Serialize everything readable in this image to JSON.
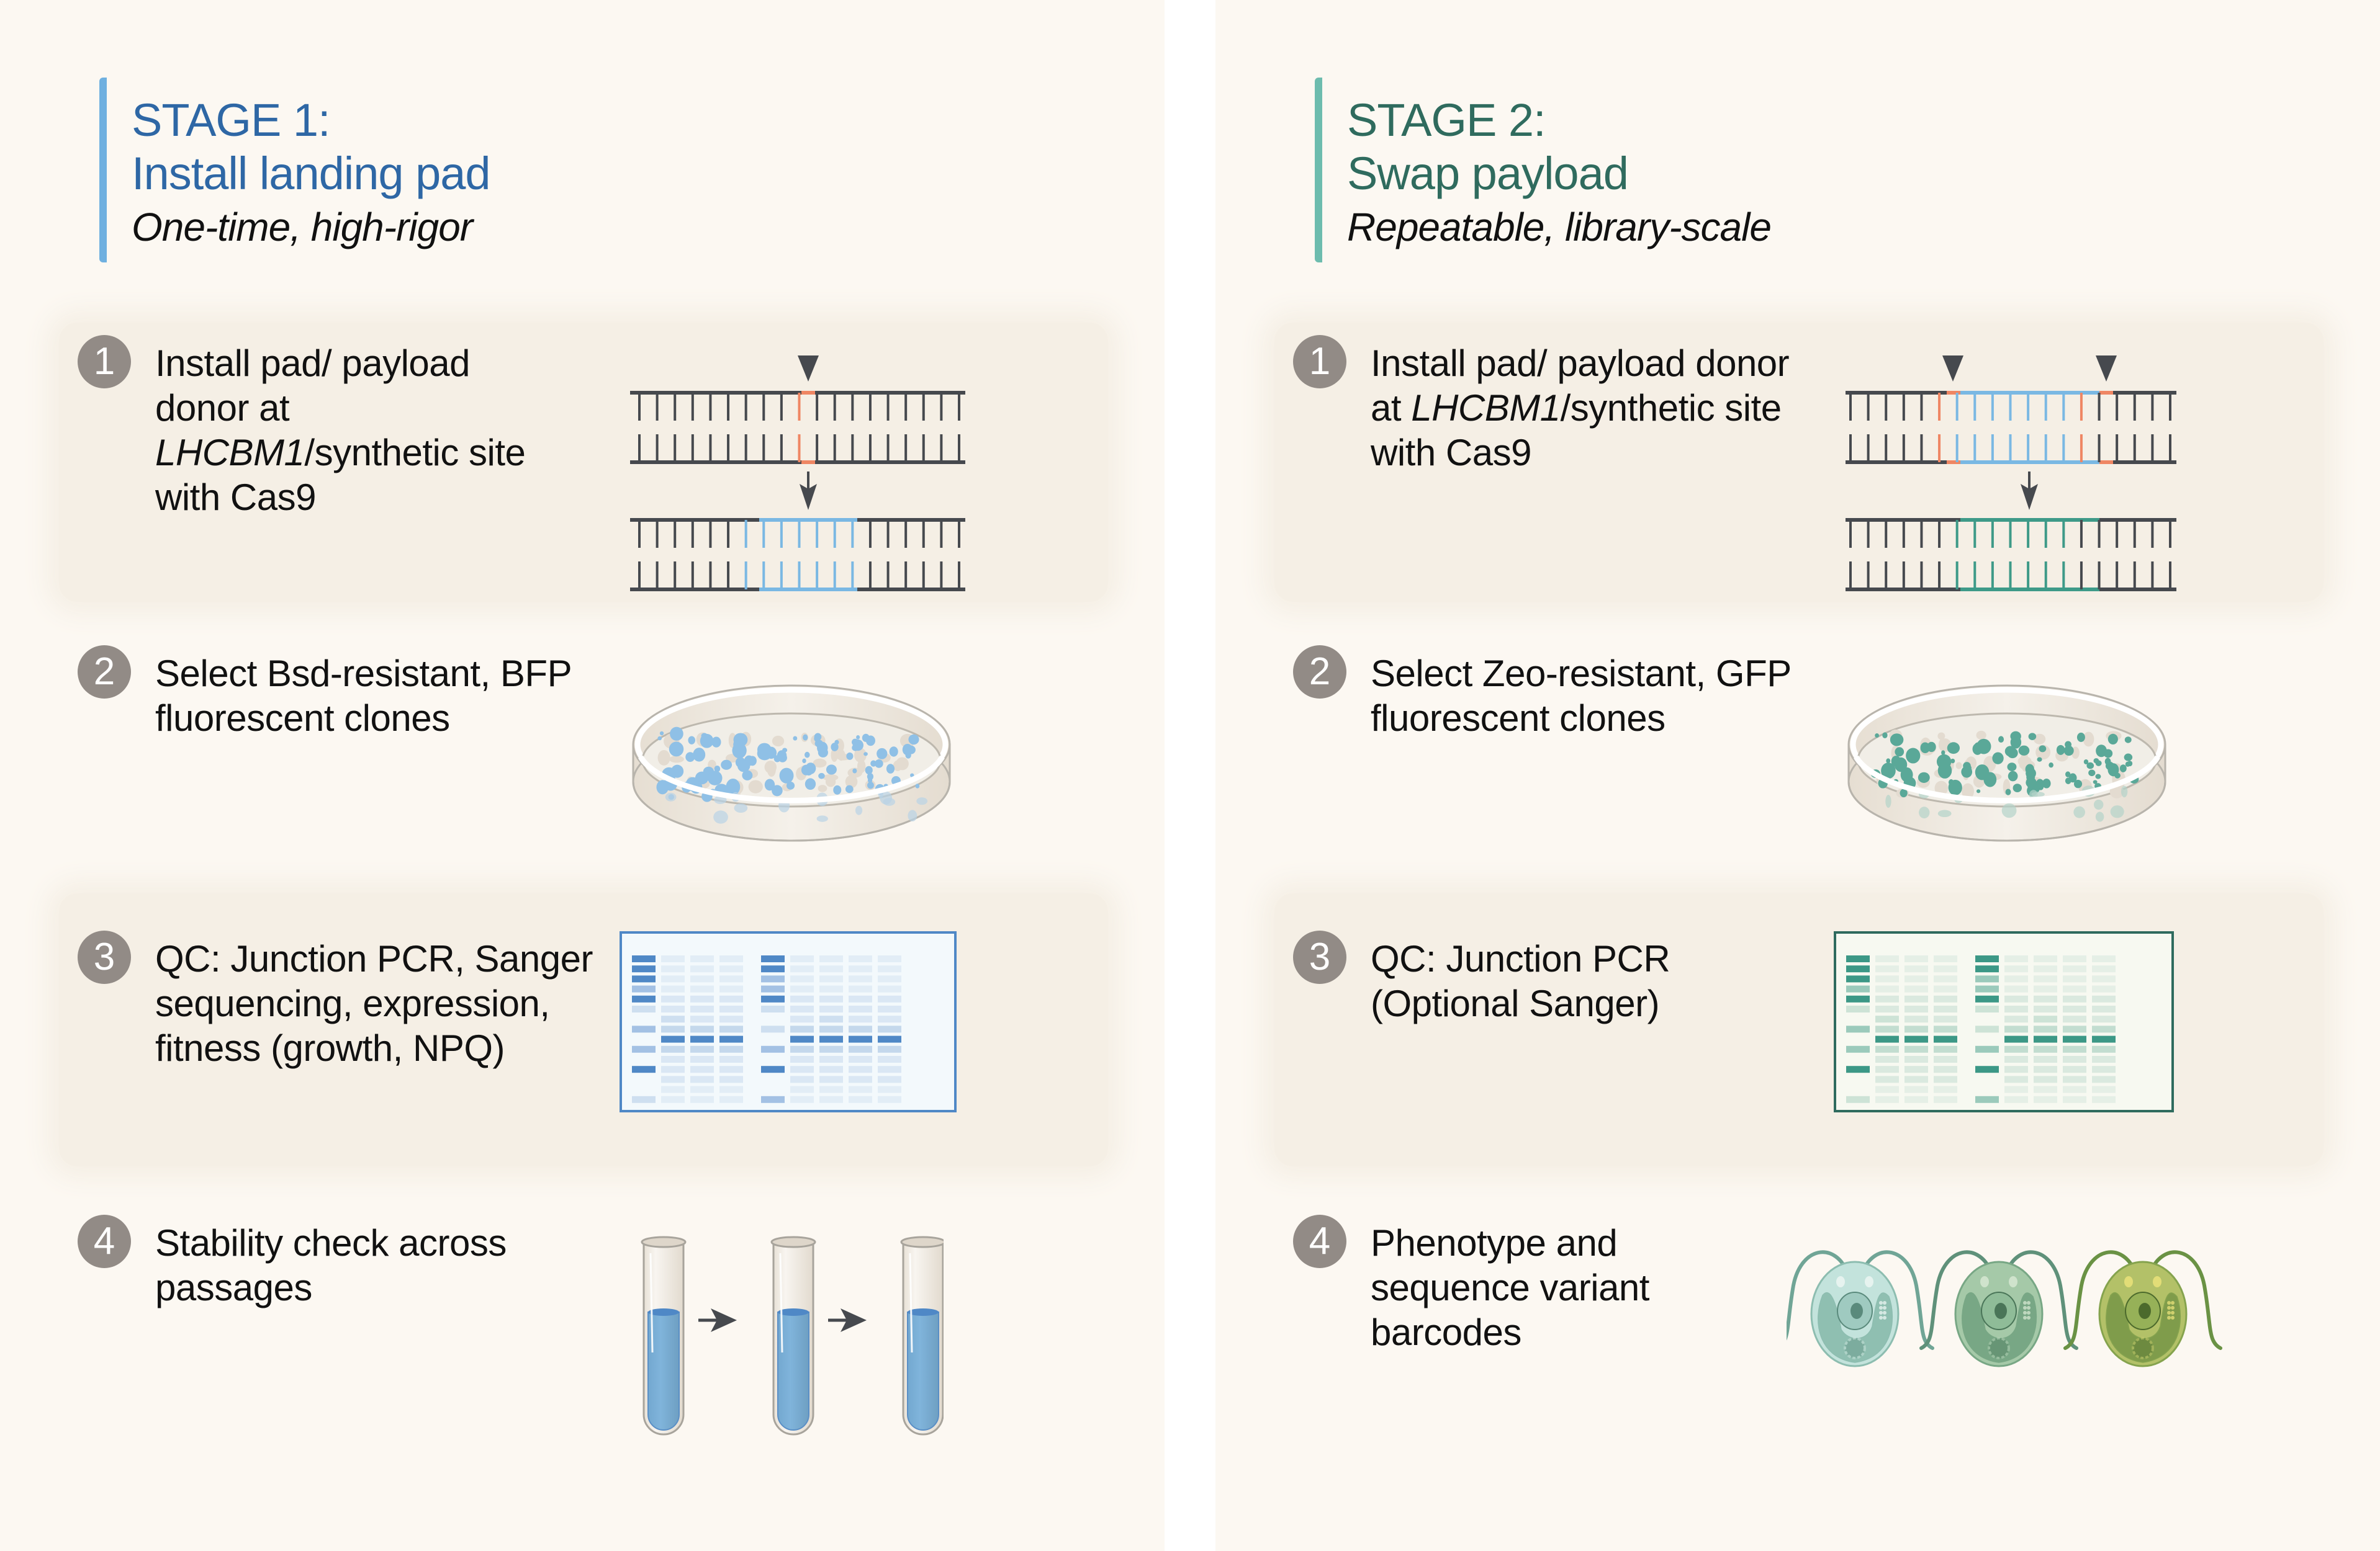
{
  "colors": {
    "panel_bg": "#fcf8f2",
    "band_bg": "#f5efe5",
    "stage1_accent": "#2e67a5",
    "stage1_bar": "#6fb0e0",
    "stage2_accent": "#2f6b5e",
    "stage2_bar": "#6dbcae",
    "dna_dark": "#46494e",
    "cut_site": "#ef8663",
    "payload_blue": "#7ab8e3",
    "payload_green": "#3e9a88",
    "step_badge": "#928b86"
  },
  "stage1": {
    "label": "STAGE 1:",
    "title": "Install landing pad",
    "subtitle": "One-time, high-rigor",
    "steps": [
      {
        "num": "1",
        "text_parts": [
          "Install pad/ payload donor at ",
          "LHCBM1",
          "/synthetic site with Cas9"
        ],
        "illustration": "dna-single-cut-insert-icon"
      },
      {
        "num": "2",
        "text": "Select Bsd-resistant, BFP fluorescent clones",
        "illustration": "petri-dish-blue-colonies-icon"
      },
      {
        "num": "3",
        "text": "QC: Junction PCR, Sanger sequencing, expression, fitness (growth, NPQ)",
        "illustration": "gel-blue-icon"
      },
      {
        "num": "4",
        "text": "Stability check across passages",
        "illustration": "test-tubes-passage-icon"
      }
    ]
  },
  "stage2": {
    "label": "STAGE 2:",
    "title": "Swap payload",
    "subtitle": "Repeatable, library-scale",
    "steps": [
      {
        "num": "1",
        "text_parts": [
          "Install pad/ payload donor at ",
          "LHCBM1",
          "/synthetic site with Cas9"
        ],
        "illustration": "dna-double-cut-swap-icon"
      },
      {
        "num": "2",
        "text": "Select Zeo-resistant, GFP fluorescent clones",
        "illustration": "petri-dish-green-colonies-icon"
      },
      {
        "num": "3",
        "text": "QC: Junction PCR (Optional Sanger)",
        "illustration": "gel-green-icon"
      },
      {
        "num": "4",
        "text": "Phenotype and sequence variant barcodes",
        "illustration": "chlamydomonas-cells-icon"
      }
    ]
  }
}
